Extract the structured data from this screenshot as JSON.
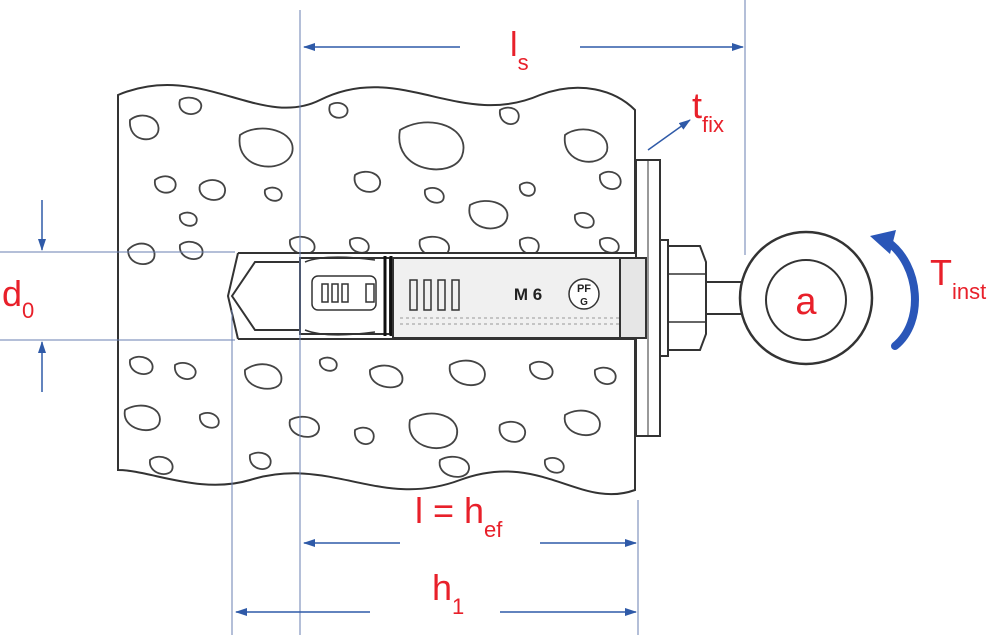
{
  "labels": {
    "ls": {
      "main": "l",
      "sub": "s"
    },
    "tfix": {
      "main": "t",
      "sub": "fix"
    },
    "tinst": {
      "main": "T",
      "sub": "inst"
    },
    "d0": {
      "main": "d",
      "sub": "0"
    },
    "hef": {
      "main": "l = h",
      "sub": "ef"
    },
    "h1": {
      "main": "h",
      "sub": "1"
    },
    "a": "a"
  },
  "anchor_marking": {
    "size": "M 6",
    "logo_top": "PF",
    "logo_bottom": "G"
  },
  "colors": {
    "label": "#e8202a",
    "dimension": "#2f5aa8",
    "outline": "#333333",
    "torque_arrow": "#2a56b8"
  }
}
